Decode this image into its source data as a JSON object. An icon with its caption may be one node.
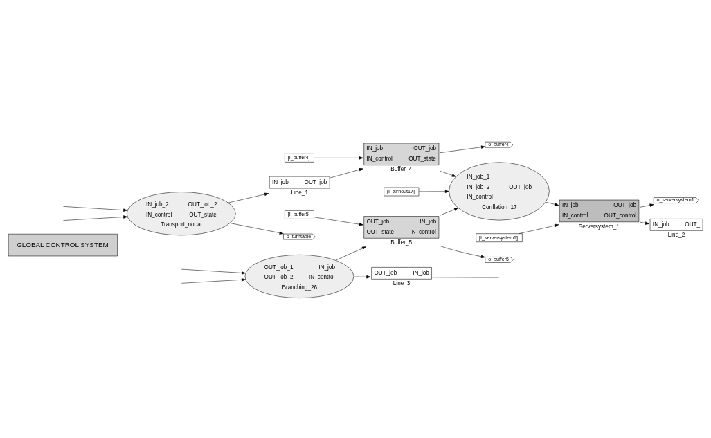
{
  "diagram": {
    "nodes": [
      {
        "text": [
          "GLOBAL CONTROL SYSTEM"
        ]
      },
      {
        "text": [
          "IN_job",
          "OUT_job",
          "IN_control",
          "OUT_state",
          "Buffer_4"
        ]
      },
      {
        "text": [
          "[I_buffer4]"
        ]
      },
      {
        "text": [
          "o_buffer4"
        ]
      },
      {
        "text": [
          "IN_job",
          "OUT_job",
          "Line_1"
        ]
      },
      {
        "text": [
          "IN_job_1",
          "IN_job_2",
          "OUT_job",
          "IN_control",
          "Conflation_17"
        ]
      },
      {
        "text": [
          "[I_turnout17]"
        ]
      },
      {
        "text": [
          "IN_job",
          "OUT_job",
          "IN_control",
          "OUT_control",
          "Serversystem_1"
        ]
      },
      {
        "text": [
          "[I_serversystem1]"
        ]
      },
      {
        "text": [
          "o_serversystem1"
        ]
      },
      {
        "text": [
          "IN_job",
          "OUT_",
          "Line_2"
        ]
      },
      {
        "text": [
          "o_turntable"
        ]
      },
      {
        "text": [
          "IN_job_2",
          "OUT_job_2",
          "IN_control",
          "OUT_state",
          "Transport_nodal"
        ]
      },
      {
        "text": [
          "OUT_job",
          "IN_job",
          "OUT_state",
          "IN_control",
          "Buffer_5"
        ]
      },
      {
        "text": [
          "o_buffer5"
        ]
      },
      {
        "text": [
          "[I_buffer5]"
        ]
      },
      {
        "text": [
          "OUT_job_1",
          "IN_job",
          "OUT_job_2",
          "IN_control",
          "Branching_26"
        ]
      },
      {
        "text": [
          "OUT_job",
          "IN_job",
          "Line_3"
        ]
      }
    ],
    "edges": [
      {
        "from": 4,
        "to": 1,
        "arrow": "to"
      },
      {
        "from": 2,
        "to": 1,
        "arrow": "to"
      },
      {
        "from": 1,
        "to": 5,
        "arrow": "to"
      },
      {
        "from": 1,
        "to": 3,
        "arrow": "to"
      },
      {
        "from": 13,
        "to": 5,
        "arrow": "to"
      },
      {
        "from": 6,
        "to": 5,
        "arrow": "to"
      },
      {
        "from": 5,
        "to": 7,
        "arrow": "to"
      },
      {
        "from": 8,
        "to": 7,
        "arrow": "to"
      },
      {
        "from": 7,
        "to": 10,
        "arrow": "to"
      },
      {
        "from": 7,
        "to": 9,
        "arrow": "to"
      },
      {
        "from": 12,
        "to": 4,
        "arrow": "to"
      },
      {
        "from": 12,
        "to": 11,
        "arrow": "to"
      },
      {
        "from": null,
        "to": 12,
        "arrow": "to"
      },
      {
        "from": null,
        "to": 12,
        "arrow": "to"
      },
      {
        "from": 16,
        "to": 13,
        "arrow": "to"
      },
      {
        "from": 15,
        "to": 13,
        "arrow": "to"
      },
      {
        "from": 13,
        "to": 14,
        "arrow": "to"
      },
      {
        "from": 16,
        "to": 17,
        "arrow": "to"
      },
      {
        "from": null,
        "to": 16,
        "arrow": "to"
      },
      {
        "from": null,
        "to": 16,
        "arrow": "to"
      },
      {
        "from": 17,
        "to": null,
        "arrow": "none"
      }
    ]
  }
}
